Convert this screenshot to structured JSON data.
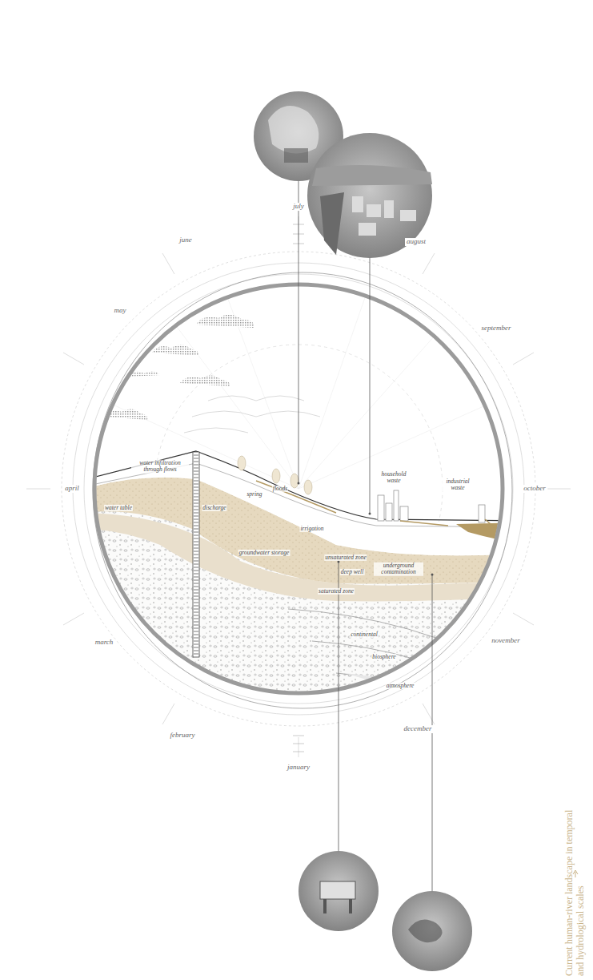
{
  "diagram": {
    "caption": "Current human-river landscape in temporal and hydrological scales",
    "labels": [
      "january",
      "february",
      "march",
      "april",
      "may",
      "june",
      "july",
      "august",
      "september",
      "october",
      "november",
      "december",
      "water infiltration through flows",
      "water table",
      "discharge",
      "spring",
      "floods",
      "irrigation",
      "household waste",
      "industrial waste",
      "groundwater storage",
      "unsaturated zone",
      "deep well",
      "underground contamination",
      "saturated zone",
      "continental",
      "biosphere",
      "atmosphere"
    ]
  }
}
